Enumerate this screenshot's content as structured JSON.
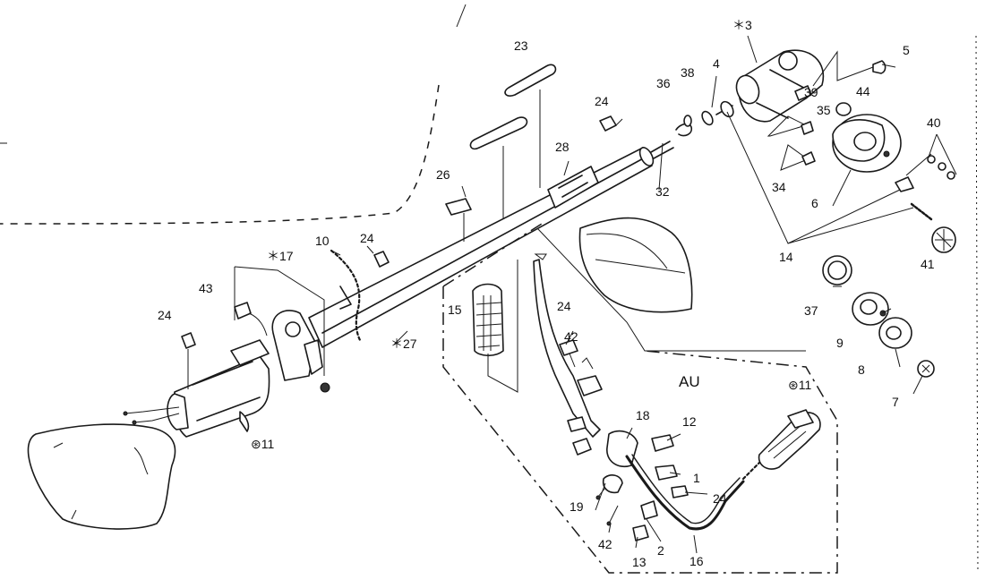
{
  "diagram": {
    "variant_label": "AU",
    "callouts": [
      {
        "id": "c-3",
        "text": "＊3"
      },
      {
        "id": "c-5",
        "text": "5"
      },
      {
        "id": "c-23",
        "text": "23"
      },
      {
        "id": "c-36",
        "text": "36"
      },
      {
        "id": "c-38",
        "text": "38"
      },
      {
        "id": "c-4",
        "text": "4"
      },
      {
        "id": "c-39",
        "text": "39"
      },
      {
        "id": "c-44",
        "text": "44"
      },
      {
        "id": "c-35",
        "text": "35"
      },
      {
        "id": "c-40",
        "text": "40"
      },
      {
        "id": "c-24a",
        "text": "24"
      },
      {
        "id": "c-28",
        "text": "28"
      },
      {
        "id": "c-32",
        "text": "32"
      },
      {
        "id": "c-26",
        "text": "26"
      },
      {
        "id": "c-34",
        "text": "34"
      },
      {
        "id": "c-6",
        "text": "6"
      },
      {
        "id": "c-14",
        "text": "14"
      },
      {
        "id": "c-41",
        "text": "41"
      },
      {
        "id": "c-10",
        "text": "10"
      },
      {
        "id": "c-24b",
        "text": "24"
      },
      {
        "id": "c-17",
        "text": "＊17"
      },
      {
        "id": "c-43",
        "text": "43"
      },
      {
        "id": "c-37",
        "text": "37"
      },
      {
        "id": "c-15",
        "text": "15"
      },
      {
        "id": "c-24c",
        "text": "24"
      },
      {
        "id": "c-42a",
        "text": "42"
      },
      {
        "id": "c-9",
        "text": "9"
      },
      {
        "id": "c-24d",
        "text": "24"
      },
      {
        "id": "c-27",
        "text": "＊27"
      },
      {
        "id": "c-8",
        "text": "8"
      },
      {
        "id": "c-7",
        "text": "7"
      },
      {
        "id": "c-11a",
        "text": "⊛11"
      },
      {
        "id": "c-18",
        "text": "18"
      },
      {
        "id": "c-12",
        "text": "12"
      },
      {
        "id": "c-11b",
        "text": "⊛11"
      },
      {
        "id": "c-1",
        "text": "1"
      },
      {
        "id": "c-19",
        "text": "19"
      },
      {
        "id": "c-24e",
        "text": "24"
      },
      {
        "id": "c-42b",
        "text": "42"
      },
      {
        "id": "c-2",
        "text": "2"
      },
      {
        "id": "c-13",
        "text": "13"
      },
      {
        "id": "c-16",
        "text": "16"
      }
    ]
  }
}
